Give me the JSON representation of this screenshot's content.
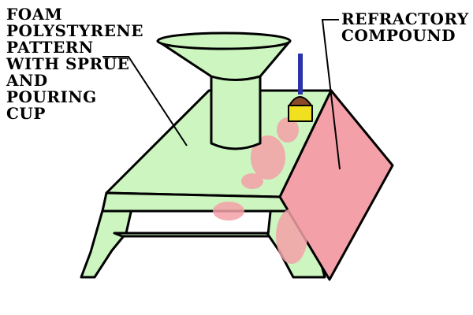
{
  "labels": {
    "foam_pattern": [
      "FOAM",
      "POLYSTYRENE",
      "PATTERN",
      "WITH SPRUE",
      "AND",
      "POURING",
      "CUP"
    ],
    "refractory": [
      "REFRACTORY",
      "COMPOUND"
    ]
  },
  "colors": {
    "foam": "#ccf5c0",
    "refractory": "#f4a0a8",
    "outline": "#000000",
    "brush_handle": "#2a33a8",
    "brush_ferrule": "#f0e020",
    "brush_head": "#8a4a2a"
  }
}
